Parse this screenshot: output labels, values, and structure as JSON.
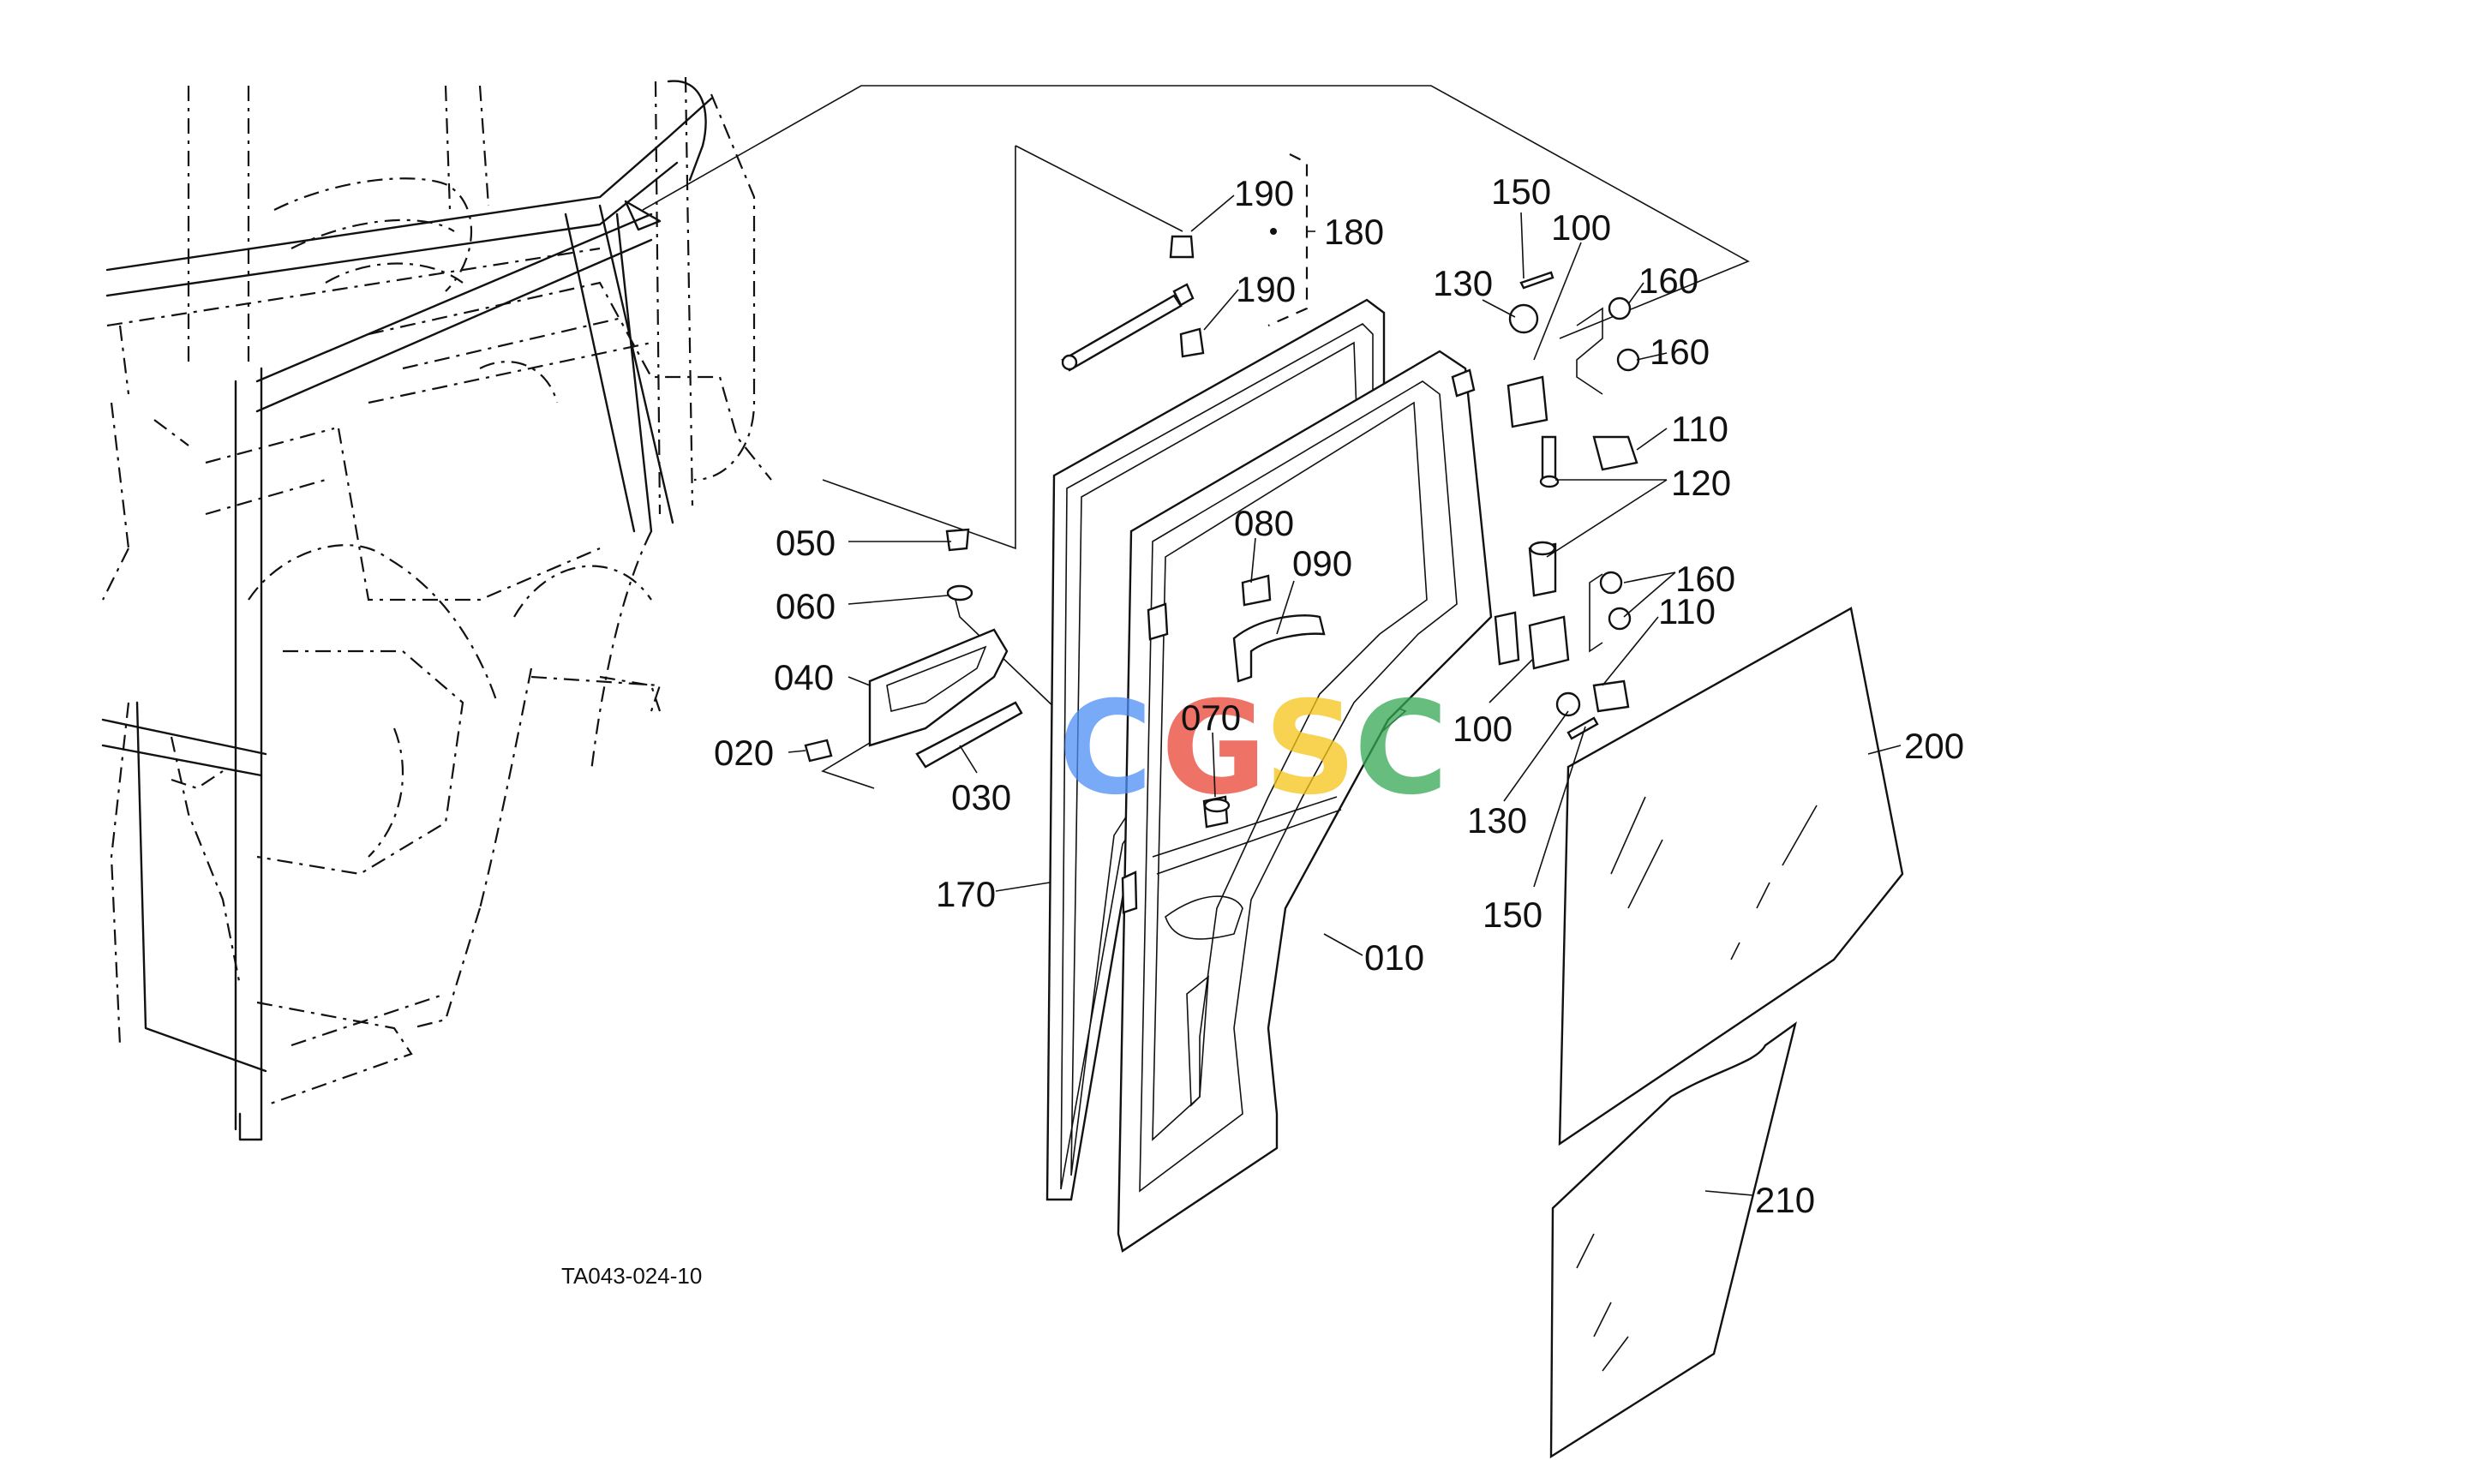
{
  "figure_code": "TA043-024-10",
  "watermark": {
    "letters": [
      "C",
      "G",
      "S",
      "C"
    ],
    "colors": [
      "#4d8ef5",
      "#ea4335",
      "#f5c518",
      "#34a853"
    ]
  },
  "parts": [
    {
      "id": "010"
    },
    {
      "id": "020"
    },
    {
      "id": "030"
    },
    {
      "id": "040"
    },
    {
      "id": "050"
    },
    {
      "id": "060"
    },
    {
      "id": "070"
    },
    {
      "id": "080"
    },
    {
      "id": "090"
    },
    {
      "id": "100"
    },
    {
      "id": "110"
    },
    {
      "id": "120"
    },
    {
      "id": "130"
    },
    {
      "id": "150"
    },
    {
      "id": "160"
    },
    {
      "id": "170"
    },
    {
      "id": "180"
    },
    {
      "id": "190"
    },
    {
      "id": "200"
    },
    {
      "id": "210"
    }
  ],
  "callouts": {
    "c190a": "190",
    "c190b": "190",
    "c180": "180",
    "c150a": "150",
    "c100a": "100",
    "c130a": "130",
    "c160a": "160",
    "c160b": "160",
    "c110a": "110",
    "c120": "120",
    "c080": "080",
    "c090": "090",
    "c050": "050",
    "c060": "060",
    "c040": "040",
    "c020": "020",
    "c030": "030",
    "c070": "070",
    "c160c": "160",
    "c110b": "110",
    "c100b": "100",
    "c130b": "130",
    "c150b": "150",
    "c170": "170",
    "c010": "010",
    "c200": "200",
    "c210": "210"
  }
}
